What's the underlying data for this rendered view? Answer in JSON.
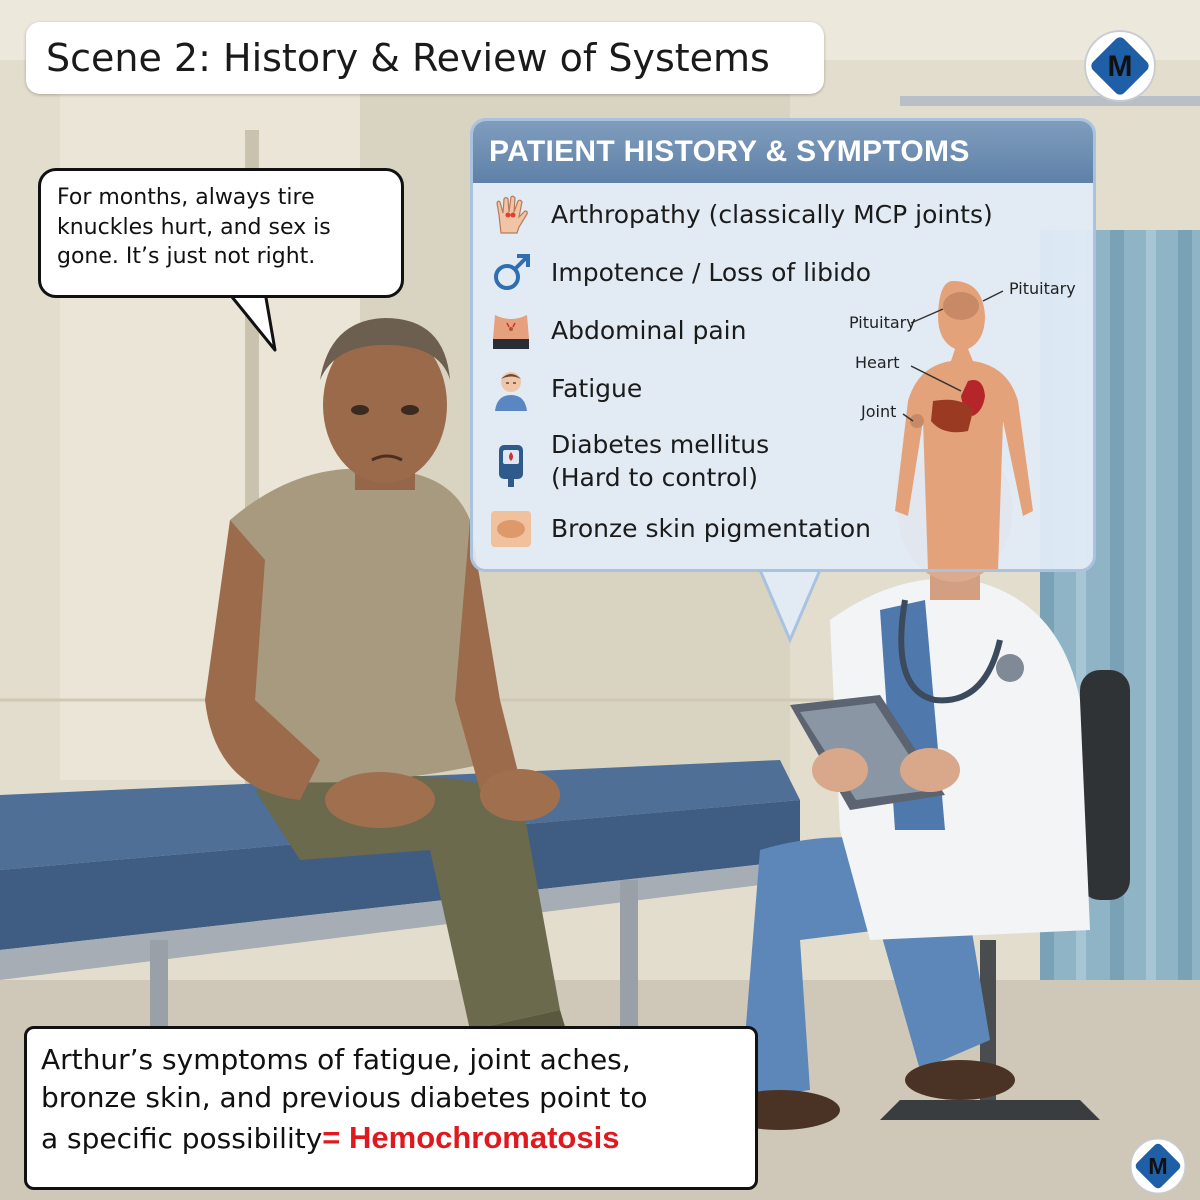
{
  "title": "Scene 2: History & Review of Systems",
  "logo_letter": "M",
  "speech_bubble": {
    "line1": "For months, always tire",
    "line2": "knuckles hurt, and sex is",
    "line3": "gone. It’s just not right."
  },
  "panel": {
    "header": "PATIENT HISTORY & SYMPTOMS",
    "symptoms": [
      {
        "icon": "hand-joint-icon",
        "label": "Arthropathy (classically MCP joints)"
      },
      {
        "icon": "male-symbol-icon",
        "label": "Impotence / Loss of libido"
      },
      {
        "icon": "abdomen-icon",
        "label": "Abdominal pain"
      },
      {
        "icon": "tired-person-icon",
        "label": "Fatigue"
      },
      {
        "icon": "glucose-meter-icon",
        "label_line1": "Diabetes mellitus",
        "label_line2": "(Hard to control)"
      },
      {
        "icon": "skin-patch-icon",
        "label": "Bronze skin pigmentation"
      }
    ],
    "body_diagram_labels": {
      "pituitary_right": "Pituitary",
      "pituitary_left": "Pituitary",
      "heart": "Heart",
      "joint": "Joint"
    }
  },
  "caption": {
    "line1": "Arthur’s symptoms of fatigue, joint aches,",
    "line2": "bronze skin, and previous diabetes point to",
    "line3": "a specific possibility",
    "highlight": "= Hemochromatosis"
  },
  "colors": {
    "panel_header": "#6a8ab0",
    "highlight": "#e0191e",
    "logo_blue": "#1f5fa8"
  }
}
